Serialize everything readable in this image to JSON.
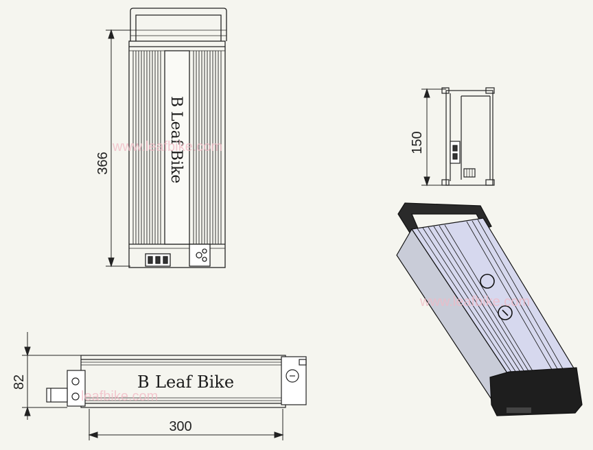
{
  "dimensions": {
    "height": "366",
    "end_height": "150",
    "side_height": "82",
    "length": "300"
  },
  "brand": {
    "logo_letter": "B",
    "name": "Leaf Bike"
  },
  "watermark": {
    "text": "www.leafbike.com",
    "partial_text": "leafbike.com"
  },
  "colors": {
    "background": "#f5f5ef",
    "line": "#222222",
    "logo_green": "#2e9e3a",
    "body_face": "#d6d8ee",
    "dark": "#1c1c1c"
  }
}
